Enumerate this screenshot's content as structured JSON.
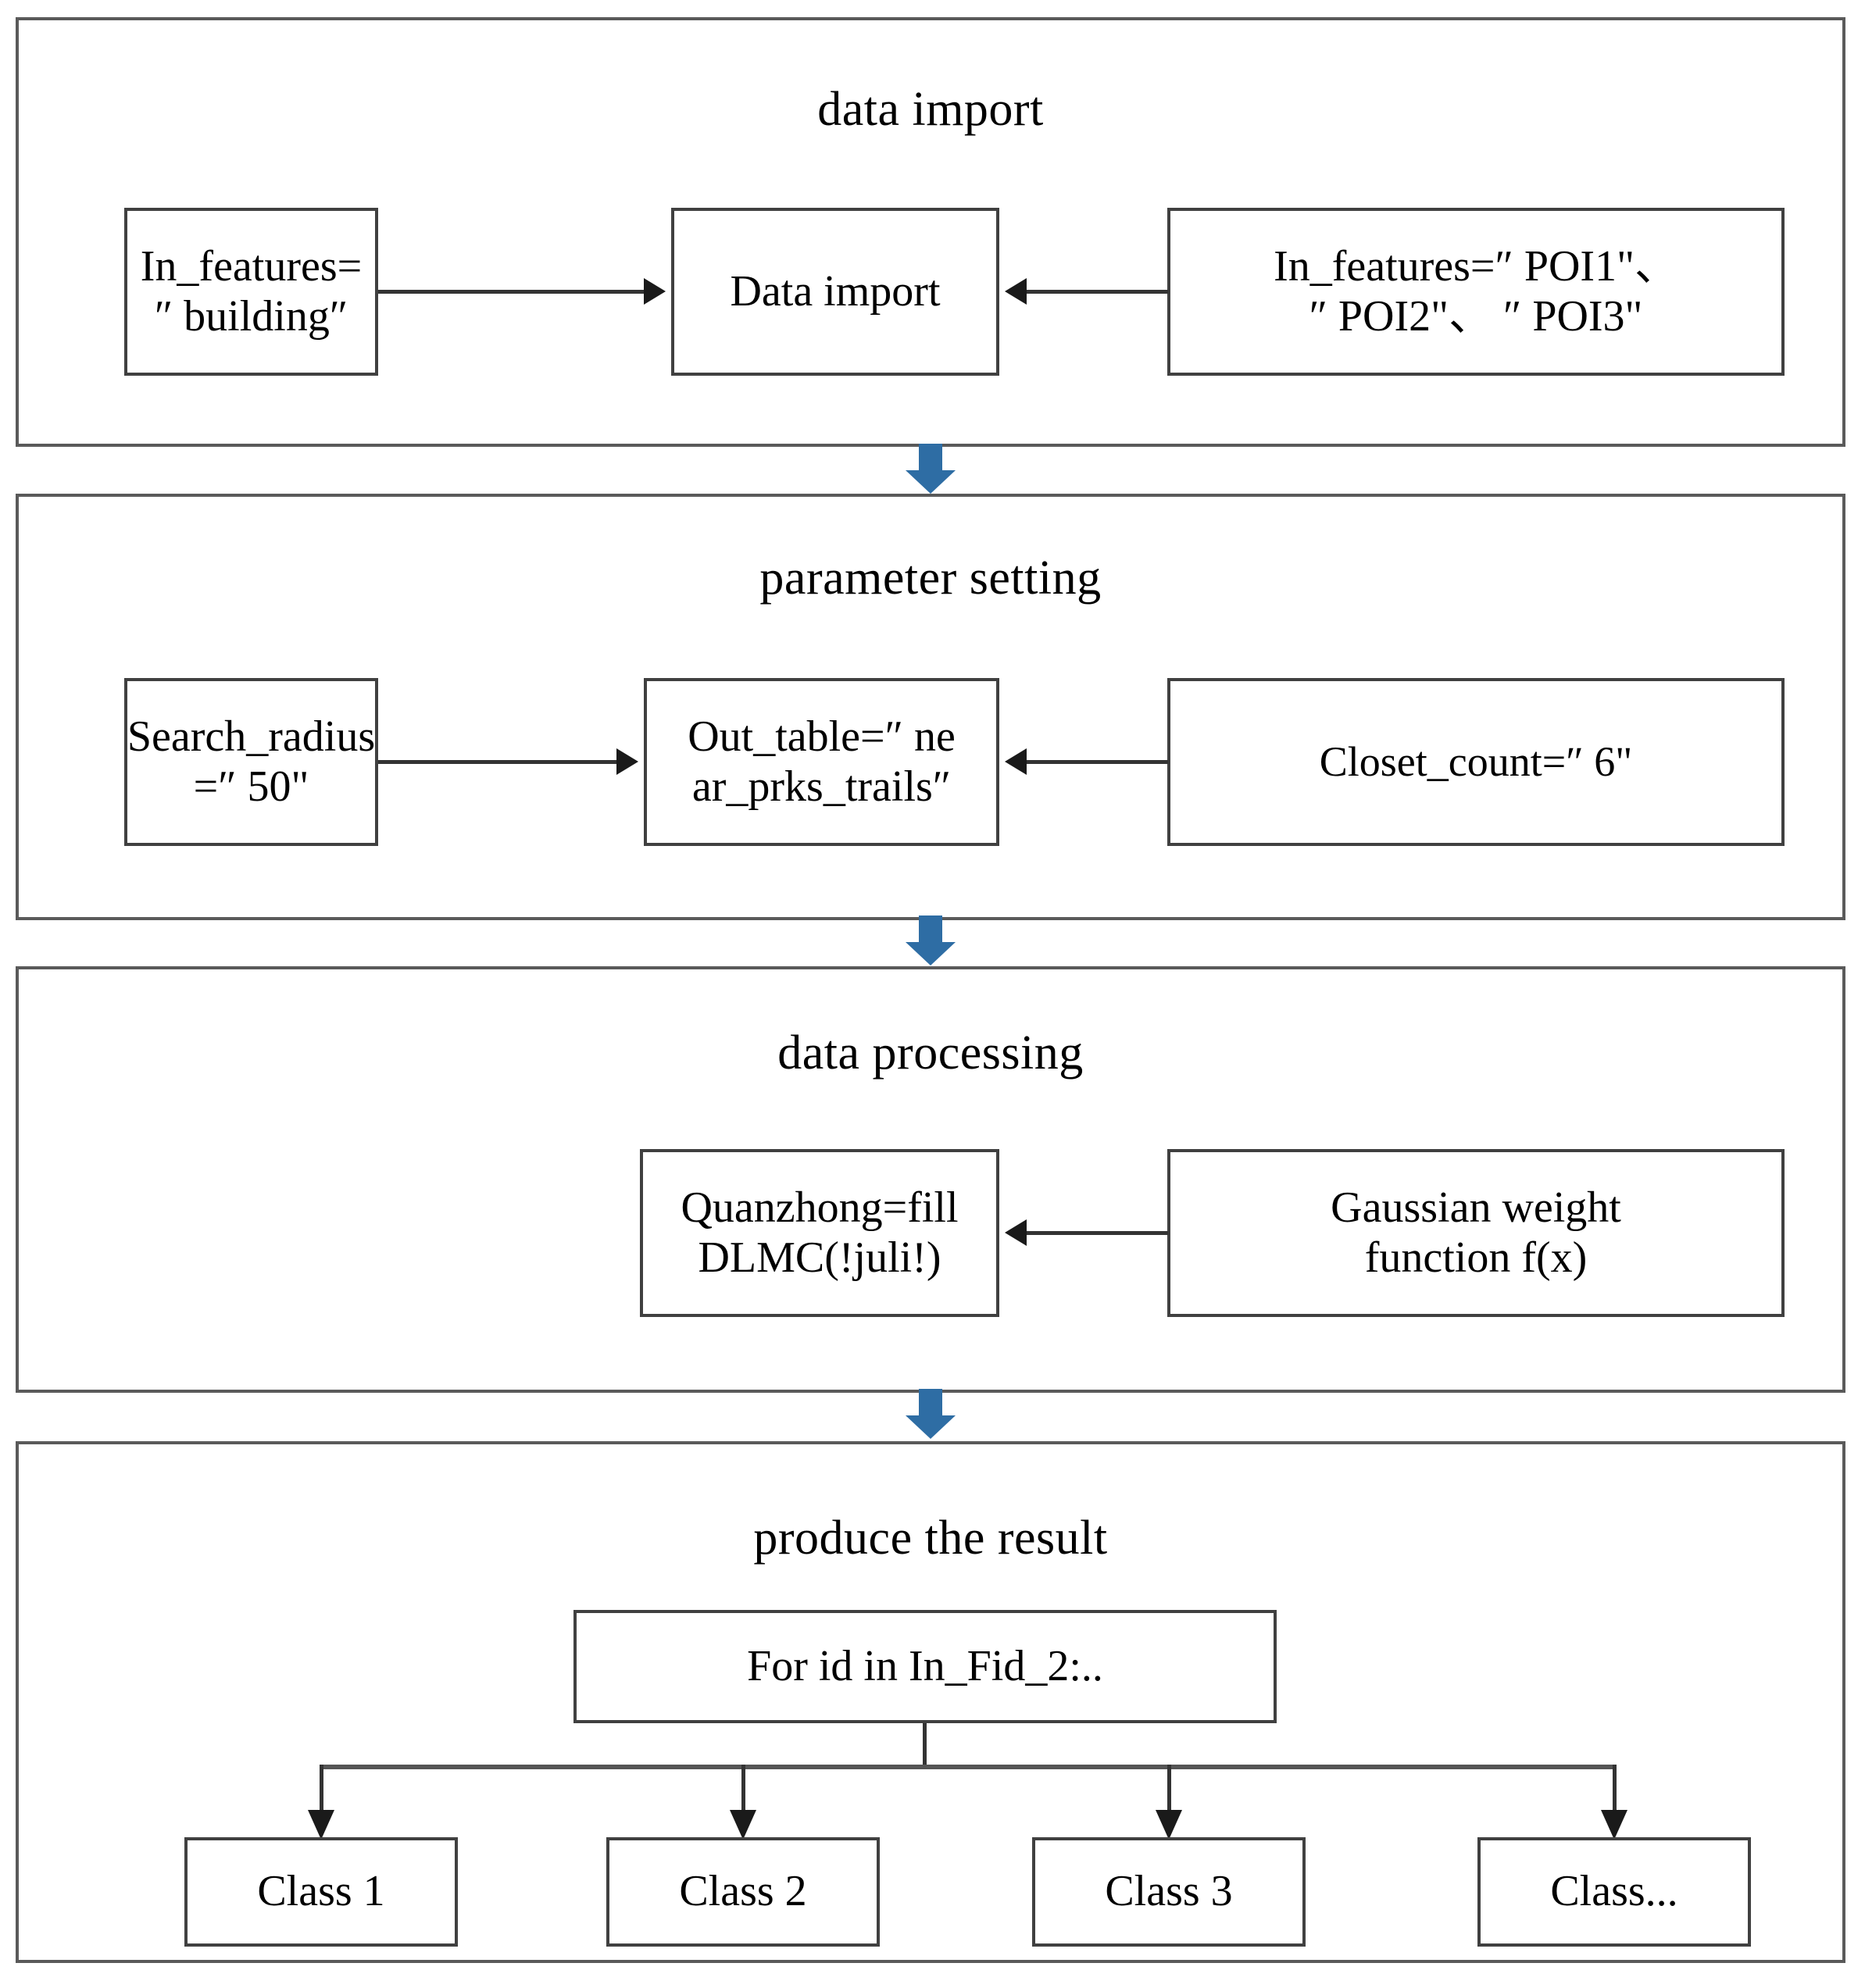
{
  "diagram": {
    "title": "GIS proximity analysis workflow flowchart",
    "accent_blue": "#2e6da4",
    "box_border": "#404040",
    "stage_border": "#5a5a5a",
    "stages": [
      {
        "id": "data-import",
        "title": "data import",
        "nodes": [
          {
            "id": "in-features-building",
            "label": "In_features=\n″ building″"
          },
          {
            "id": "data-import-node",
            "label": "Data import"
          },
          {
            "id": "in-features-poi",
            "label": "In_features=″ POI1\"、\n″ POI2\"、 ″ POI3\""
          }
        ]
      },
      {
        "id": "parameter-setting",
        "title": "parameter setting",
        "nodes": [
          {
            "id": "search-radius",
            "label": "Search_radius\n=″ 50\""
          },
          {
            "id": "out-table",
            "label": "Out_table=″ ne\nar_prks_trails″"
          },
          {
            "id": "closet-count",
            "label": "Closet_count=″ 6\""
          }
        ]
      },
      {
        "id": "data-processing",
        "title": "data processing",
        "nodes": [
          {
            "id": "quanzhong",
            "label": "Quanzhong=fill\nDLMC(!juli!)"
          },
          {
            "id": "gaussian-weight",
            "label": "Gaussian weight\nfunction f(x)"
          }
        ]
      },
      {
        "id": "produce-the-result",
        "title": "produce the result",
        "nodes": [
          {
            "id": "for-loop",
            "label": "For id in In_Fid_2:.."
          }
        ],
        "classes": [
          {
            "id": "class-1",
            "label": "Class 1"
          },
          {
            "id": "class-2",
            "label": "Class 2"
          },
          {
            "id": "class-3",
            "label": "Class 3"
          },
          {
            "id": "class-more",
            "label": "Class..."
          }
        ]
      }
    ]
  }
}
